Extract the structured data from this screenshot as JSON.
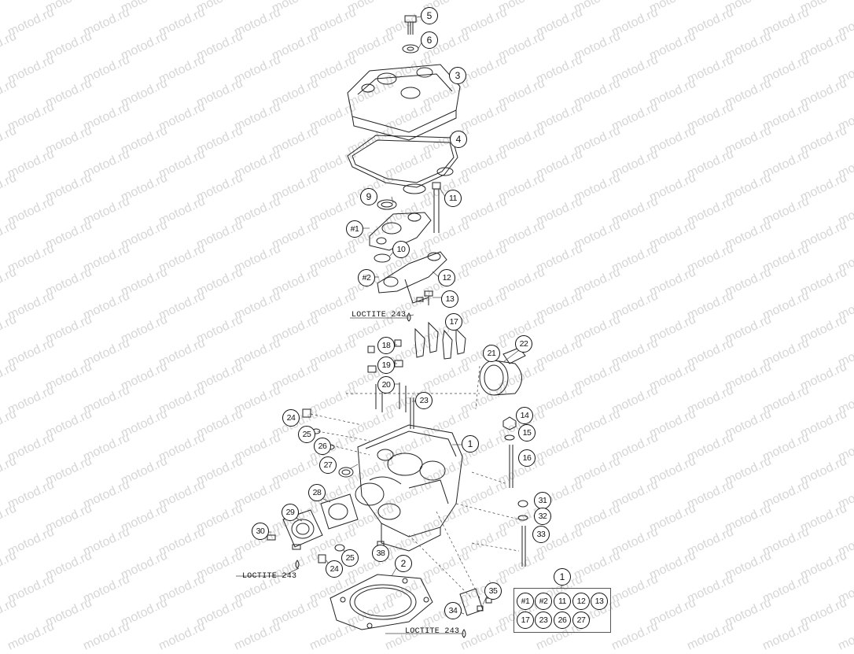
{
  "watermark": {
    "text": "motod.ru"
  },
  "callouts": [
    {
      "label": "5"
    },
    {
      "label": "6"
    },
    {
      "label": "3"
    },
    {
      "label": "4"
    },
    {
      "label": "9"
    },
    {
      "label": "11"
    },
    {
      "label": "#1"
    },
    {
      "label": "10"
    },
    {
      "label": "#2"
    },
    {
      "label": "12"
    },
    {
      "label": "13"
    },
    {
      "label": "17"
    },
    {
      "label": "18"
    },
    {
      "label": "19"
    },
    {
      "label": "20"
    },
    {
      "label": "23"
    },
    {
      "label": "21"
    },
    {
      "label": "22"
    },
    {
      "label": "14"
    },
    {
      "label": "15"
    },
    {
      "label": "16"
    },
    {
      "label": "24"
    },
    {
      "label": "25"
    },
    {
      "label": "26"
    },
    {
      "label": "27"
    },
    {
      "label": "1"
    },
    {
      "label": "28"
    },
    {
      "label": "29"
    },
    {
      "label": "30"
    },
    {
      "label": "31"
    },
    {
      "label": "32"
    },
    {
      "label": "33"
    },
    {
      "label": "38"
    },
    {
      "label": "25"
    },
    {
      "label": "24"
    },
    {
      "label": "2"
    },
    {
      "label": "35"
    },
    {
      "label": "34"
    }
  ],
  "loctite_labels": [
    "LOCTITE 243",
    "LOCTITE 243",
    "LOCTITE 243"
  ],
  "kit_legend": {
    "header": "1",
    "row1": [
      "#1",
      "#2",
      "11",
      "12",
      "13"
    ],
    "row2": [
      "17",
      "23",
      "26",
      "27"
    ]
  }
}
